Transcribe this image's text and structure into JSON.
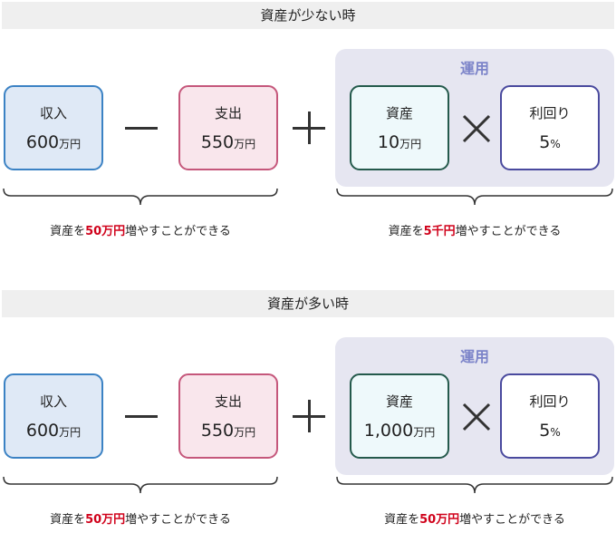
{
  "sections": [
    {
      "title": "資産が少ない時",
      "unyo_label": "運用",
      "income": {
        "label": "収入",
        "value": "600",
        "unit": "万円"
      },
      "expense": {
        "label": "支出",
        "value": "550",
        "unit": "万円"
      },
      "asset": {
        "label": "資産",
        "value": "10",
        "unit": "万円"
      },
      "yield": {
        "label": "利回り",
        "value": "5",
        "unit": "%"
      },
      "left_caption": {
        "prefix": "資産を",
        "highlight": "50万円",
        "suffix": "増やすことができる"
      },
      "right_caption": {
        "prefix": "資産を",
        "highlight": "5千円",
        "suffix": "増やすことができる"
      }
    },
    {
      "title": "資産が多い時",
      "unyo_label": "運用",
      "income": {
        "label": "収入",
        "value": "600",
        "unit": "万円"
      },
      "expense": {
        "label": "支出",
        "value": "550",
        "unit": "万円"
      },
      "asset": {
        "label": "資産",
        "value": "1,000",
        "unit": "万円"
      },
      "yield": {
        "label": "利回り",
        "value": "5",
        "unit": "%"
      },
      "left_caption": {
        "prefix": "資産を",
        "highlight": "50万円",
        "suffix": "増やすことができる"
      },
      "right_caption": {
        "prefix": "資産を",
        "highlight": "50万円",
        "suffix": "増やすことができる"
      }
    }
  ],
  "colors": {
    "income_border": "#3b82c4",
    "expense_border": "#c5577b",
    "asset_border": "#245a4c",
    "yield_border": "#4a4a9e",
    "unyo_bg": "#e6e6f1",
    "unyo_label": "#7c84c9",
    "highlight": "#d0021b"
  }
}
